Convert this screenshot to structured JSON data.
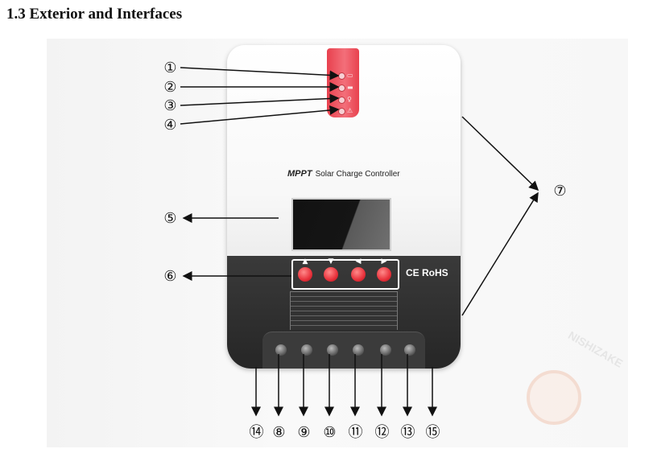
{
  "heading": "1.3 Exterior and Interfaces",
  "device": {
    "brand_bold": "MPPT",
    "brand_rest": "Solar Charge Controller",
    "certification": "CE RoHS",
    "button_arrows": [
      "▲",
      "▼",
      "◀",
      "▶"
    ],
    "led_symbols": [
      "▭",
      "▬",
      "♀",
      "⚠"
    ]
  },
  "callouts": {
    "top": [
      "①",
      "②",
      "③",
      "④"
    ],
    "screen": "⑤",
    "buttons": "⑥",
    "housing": "⑦",
    "terminals": [
      "⑭",
      "⑧",
      "⑨",
      "⑩",
      "⑪",
      "⑫",
      "⑬",
      "⑮"
    ]
  },
  "watermark": {
    "text": "NISHIZAKE",
    "face_icon": "monkey-face-icon"
  },
  "colors": {
    "led_panel": "#e8414e",
    "buttons": "#e8313b",
    "device_bottom": "#2b2b2b"
  }
}
